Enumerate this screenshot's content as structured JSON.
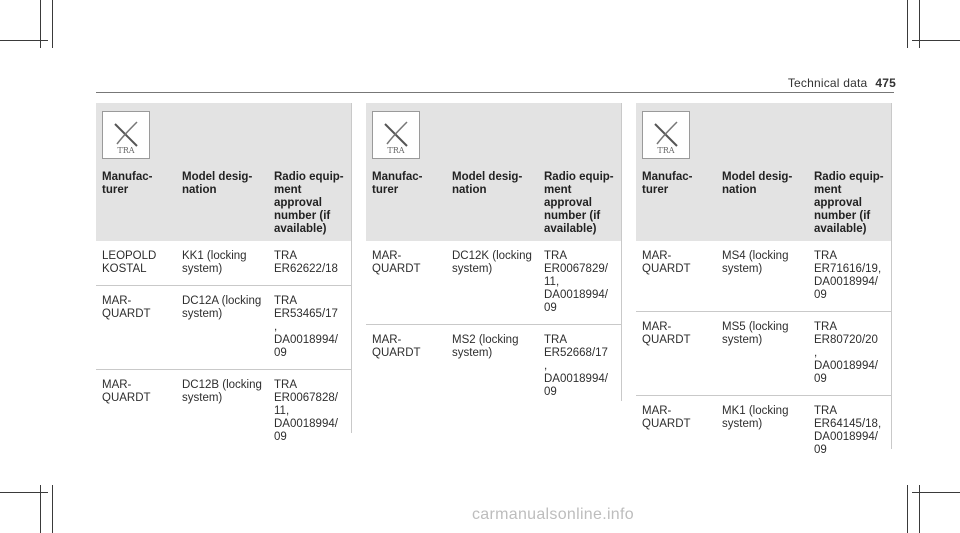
{
  "header": {
    "section": "Technical data",
    "page": "475"
  },
  "logo": {
    "caption": "TRA"
  },
  "columns": {
    "manufacturer": "Manufac-\nturer",
    "model": "Model desig-\nnation",
    "approval": "Radio equip-\nment\napproval\nnumber (if\navailable)"
  },
  "tables": [
    {
      "rows": [
        {
          "manufacturer": "LEOPOLD\nKOSTAL",
          "model": "KK1 (locking\nsystem)",
          "approval": "TRA\nER62622/18"
        },
        {
          "manufacturer": "MAR-\nQUARDT",
          "model": "DC12A (locking\nsystem)",
          "approval": "TRA\nER53465/17\n,\nDA0018994/\n09"
        },
        {
          "manufacturer": "MAR-\nQUARDT",
          "model": "DC12B (locking\nsystem)",
          "approval": "TRA\nER0067828/\n11,\nDA0018994/\n09"
        }
      ]
    },
    {
      "rows": [
        {
          "manufacturer": "MAR-\nQUARDT",
          "model": "DC12K (locking\nsystem)",
          "approval": "TRA\nER0067829/\n11,\nDA0018994/\n09"
        },
        {
          "manufacturer": "MAR-\nQUARDT",
          "model": "MS2 (locking\nsystem)",
          "approval": "TRA\nER52668/17\n,\nDA0018994/\n09"
        }
      ]
    },
    {
      "rows": [
        {
          "manufacturer": "MAR-\nQUARDT",
          "model": "MS4 (locking\nsystem)",
          "approval": "TRA\nER71616/19,\nDA0018994/\n09"
        },
        {
          "manufacturer": "MAR-\nQUARDT",
          "model": "MS5 (locking\nsystem)",
          "approval": "TRA\nER80720/20\n,\nDA0018994/\n09"
        },
        {
          "manufacturer": "MAR-\nQUARDT",
          "model": "MK1 (locking\nsystem)",
          "approval": "TRA\nER64145/18,\nDA0018994/\n09"
        }
      ]
    }
  ],
  "watermark": "carmanualsonline.info"
}
